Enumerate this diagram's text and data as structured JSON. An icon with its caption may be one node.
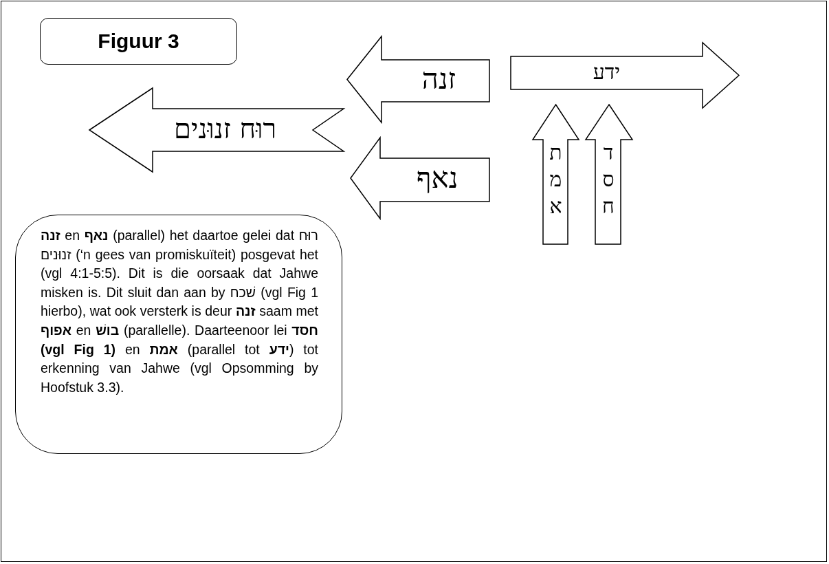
{
  "diagram": {
    "nodes": [
      {
        "text": [
          "Figuur 3"
        ]
      },
      {
        "text": [
          "זנה"
        ]
      },
      {
        "text": [
          "ידע"
        ]
      },
      {
        "text": [
          "רוּח זנוּנים"
        ]
      },
      {
        "text": [
          "נאף"
        ]
      },
      {
        "text": [
          "**זנה** en **נאף** (parallel) het daartoe gelei dat רוּח זנוּנים (‘n gees van promiskuïteit) posgevat het (vgl 4:1-5:5). Dit is die oorsaak dat Jahwe misken is. Dit sluit dan aan by שׁכח (vgl Fig 1 hierbo), wat ook versterk is deur **זנה** saam met **אפוף** en **בושׁ** (parallelle). Daarteenoor lei **חסד (vgl Fig 1)** en **אמת** (parallel tot **ידע**) tot erkenning van Jahwe (vgl Opsomming by Hoofstuk 3.3)."
        ]
      }
    ],
    "edges": [
      {
        "from": null,
        "to": 2,
        "arrow": "to",
        "label": "אמת"
      },
      {
        "from": null,
        "to": 2,
        "arrow": "to",
        "label": "חסד"
      }
    ]
  }
}
